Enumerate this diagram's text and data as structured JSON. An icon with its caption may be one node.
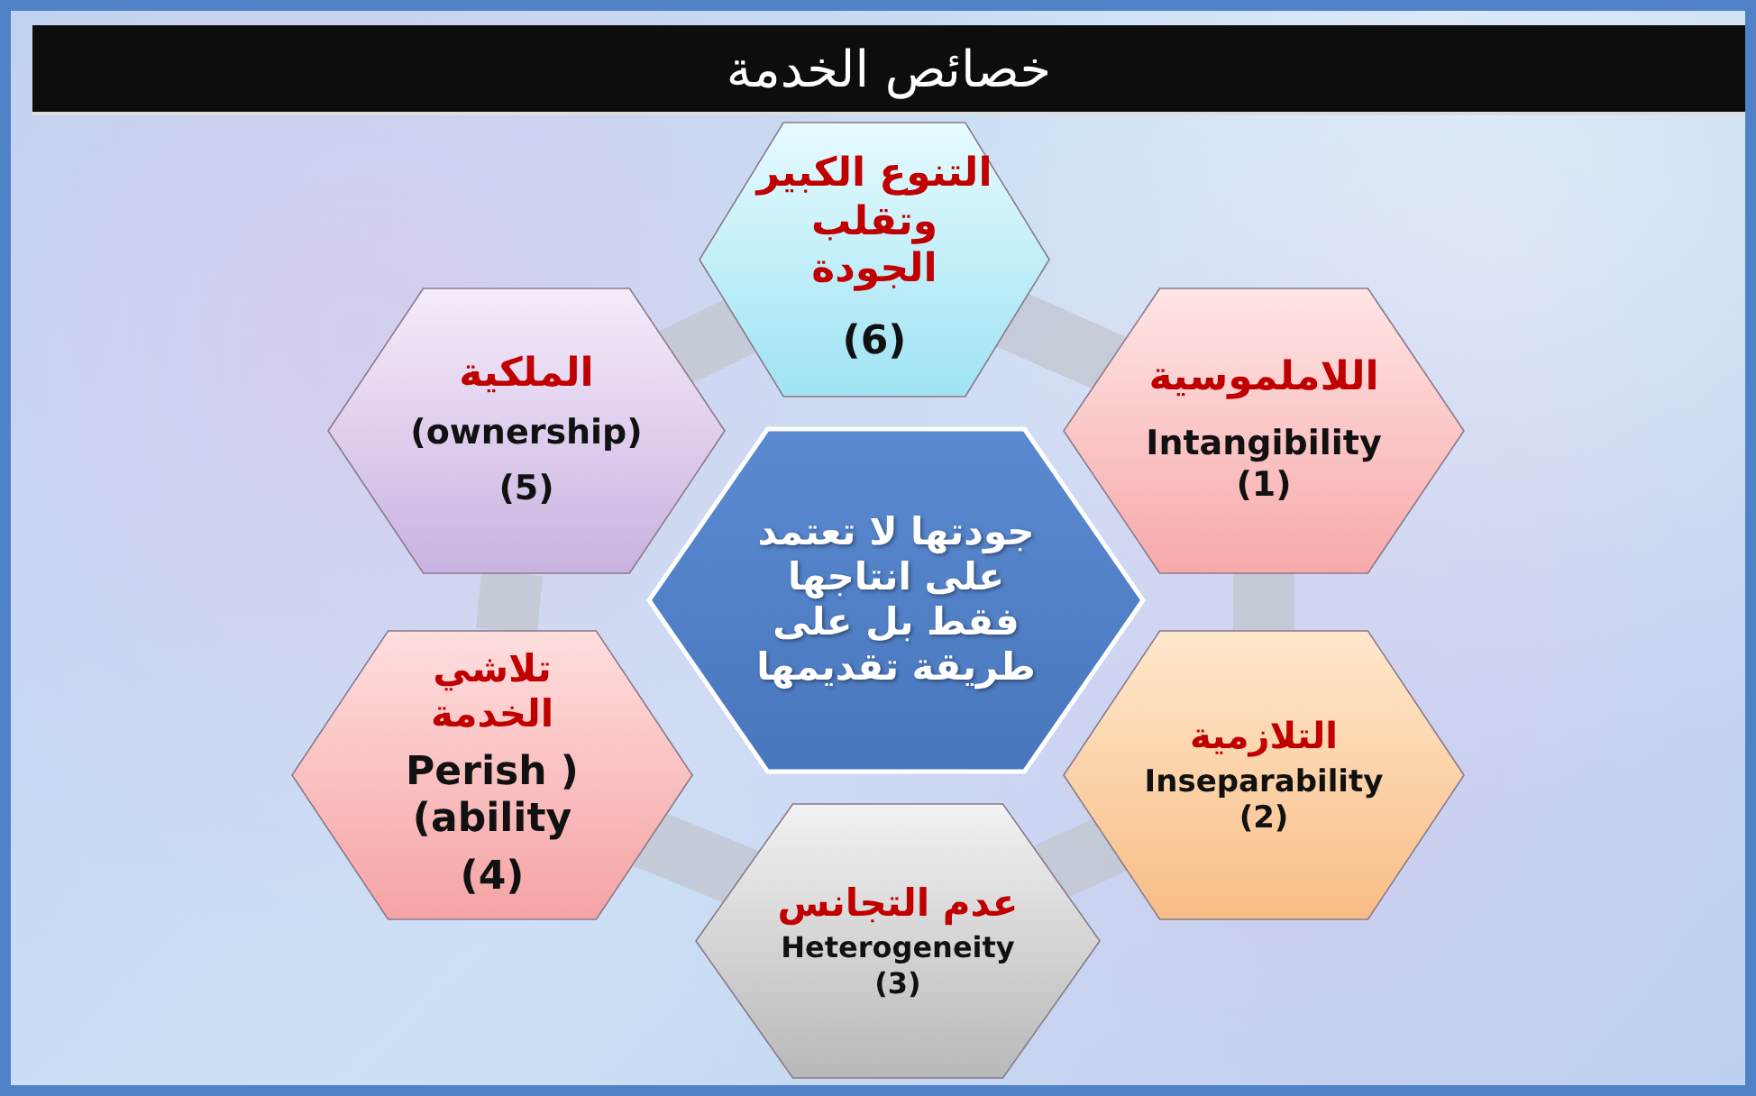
{
  "diagram": {
    "title": "خصائص الخدمة",
    "nodes": [
      {
        "text": [
          "التنوع الكبير وتقلب الجودة",
          "(6)"
        ]
      },
      {
        "text": [
          "اللاملموسية",
          "Intangibility (1)"
        ]
      },
      {
        "text": [
          "الملكية",
          "(ownership)",
          "(5)"
        ]
      },
      {
        "text": [
          "جودتها لا تعتمد على انتاجها فقط بل على طريقة تقديمها"
        ]
      },
      {
        "text": [
          "التلازمية",
          "Inseparability (2)"
        ]
      },
      {
        "text": [
          "تلاشي الخدمة",
          "Perish ) (ability",
          "(4)"
        ]
      },
      {
        "text": [
          "عدم التجانس",
          "Heterogeneity (3)"
        ]
      }
    ],
    "edges": [
      {
        "from": 0,
        "to": 1,
        "arrow": "none"
      },
      {
        "from": 1,
        "to": 4,
        "arrow": "none"
      },
      {
        "from": 4,
        "to": 6,
        "arrow": "none"
      },
      {
        "from": 6,
        "to": 5,
        "arrow": "none"
      },
      {
        "from": 5,
        "to": 2,
        "arrow": "none"
      },
      {
        "from": 2,
        "to": 0,
        "arrow": "none"
      }
    ]
  }
}
